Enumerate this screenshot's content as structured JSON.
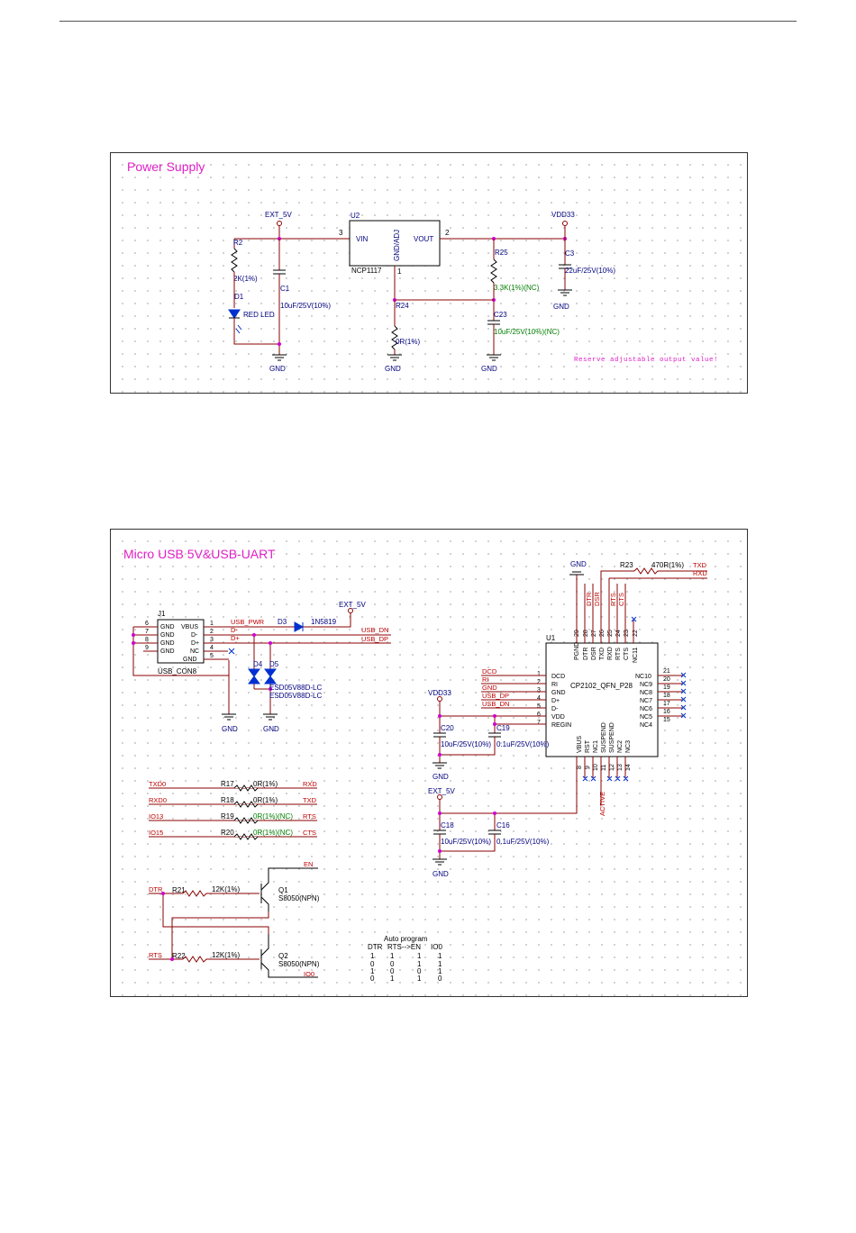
{
  "power": {
    "title": "Power Supply",
    "ext5v": "EXT_5V",
    "u2_ref": "U2",
    "u2_part": "NCP1117",
    "u2_vin": "VIN",
    "u2_gnd": "GND/ADJ",
    "u2_vout": "VOUT",
    "u2_pin3": "3",
    "u2_pin2": "2",
    "u2_pin1": "1",
    "vdd33": "VDD33",
    "r2_ref": "R2",
    "r2_val": "2K(1%)",
    "d1_ref": "D1",
    "d1_val": "RED LED",
    "c1_ref": "C1",
    "c1_val": "10uF/25V(10%)",
    "r24_ref": "R24",
    "r24_val": "0R(1%)",
    "r25_ref": "R25",
    "r25_val": "3.3K(1%)(NC)",
    "c23_ref": "C23",
    "c23_val": "10uF/25V(10%)(NC)",
    "c3_ref": "C3",
    "c3_val": "22uF/25V(10%)",
    "gnd": "GND",
    "note": "Reserve adjustable output value!"
  },
  "usb": {
    "title": "Micro USB  5V&USB-UART",
    "j1_ref": "J1",
    "j1_name": "USB_CON8",
    "j1_left_pins": [
      "GND",
      "GND",
      "GND",
      "GND"
    ],
    "j1_left_nums": [
      "6",
      "7",
      "8",
      "9"
    ],
    "j1_right_pins": [
      "VBUS",
      "D-",
      "D+",
      "NC",
      "GND"
    ],
    "j1_right_nums": [
      "1",
      "2",
      "3",
      "4",
      "5"
    ],
    "usb_pwr": "USB_PWR",
    "d_minus": "D-",
    "d_plus": "D+",
    "usb_dn": "USB_DN",
    "usb_dp": "USB_DP",
    "d3_ref": "D3",
    "d3_val": "1N5819",
    "ext5v": "EXT_5V",
    "d4_ref": "D4",
    "d5_ref": "D5",
    "d4_val": "ESD05V88D-LC",
    "d5_val": "ESD05V88D-LC",
    "gnd": "GND",
    "u1_ref": "U1",
    "u1_part": "CP2102_QFN_P28",
    "u1_left_pins": [
      "DCD",
      "RI",
      "GND",
      "D+",
      "D-",
      "VDD",
      "REGIN"
    ],
    "u1_left_nums": [
      "1",
      "2",
      "3",
      "4",
      "5",
      "6",
      "7"
    ],
    "u1_left_nets": [
      "DCD",
      "RI",
      "GND",
      "USB_DP",
      "USB_DN",
      "",
      ""
    ],
    "u1_top_pins": [
      "PGND",
      "DTR",
      "DSR",
      "TXD",
      "RXD",
      "RTS",
      "CTS",
      "NC11"
    ],
    "u1_top_nums": [
      "29",
      "28",
      "27",
      "26",
      "25",
      "24",
      "23",
      "22"
    ],
    "u1_top_nets": [
      "DTR",
      "DSR",
      "RTS",
      "CTS"
    ],
    "u1_right_pins": [
      "NC10",
      "NC9",
      "NC8",
      "NC7",
      "NC6",
      "NC5",
      "NC4"
    ],
    "u1_right_nums": [
      "21",
      "20",
      "19",
      "18",
      "17",
      "16",
      "15"
    ],
    "u1_bottom_pins": [
      "VBUS",
      "RST",
      "NC1",
      "SUSPEND",
      "SUSPEND",
      "NC2",
      "NC3"
    ],
    "u1_bottom_nums": [
      "8",
      "9",
      "10",
      "11",
      "12",
      "13",
      "14"
    ],
    "u1_bottom_net": "ACTIVE",
    "r23_ref": "R23",
    "r23_val": "470R(1%)",
    "txd": "TXD",
    "rxd": "RXD",
    "vdd33": "VDD33",
    "c20_ref": "C20",
    "c20_val": "10uF/25V(10%)",
    "c19_ref": "C19",
    "c19_val": "0.1uF/25V(10%)",
    "c18_ref": "C18",
    "c18_val": "10uF/25V(10%)",
    "c16_ref": "C16",
    "c16_val": "0.1uF/25V(10%)",
    "resistors": [
      {
        "left": "TXD0",
        "ref": "R17",
        "val": "0R(1%)",
        "right": "RXD"
      },
      {
        "left": "RXD0",
        "ref": "R18",
        "val": "0R(1%)",
        "right": "TXD"
      },
      {
        "left": "IO13",
        "ref": "R19",
        "val": "0R(1%)(NC)",
        "right": "RTS"
      },
      {
        "left": "IO15",
        "ref": "R20",
        "val": "0R(1%)(NC)",
        "right": "CTS"
      }
    ],
    "en": "EN",
    "io0": "IO0",
    "dtr": "DTR",
    "rts": "RTS",
    "r21_ref": "R21",
    "r21_val": "12K(1%)",
    "r22_ref": "R22",
    "r22_val": "12K(1%)",
    "q1_ref": "Q1",
    "q1_val": "S8050(NPN)",
    "q2_ref": "Q2",
    "q2_val": "S8050(NPN)",
    "auto_title": "Auto program",
    "auto_header": [
      "DTR",
      "RTS-->EN",
      "IO0"
    ],
    "auto_rows": [
      [
        "1",
        "1",
        "1",
        "1"
      ],
      [
        "0",
        "0",
        "1",
        "1"
      ],
      [
        "1",
        "0",
        "0",
        "1"
      ],
      [
        "0",
        "1",
        "1",
        "0"
      ]
    ]
  }
}
